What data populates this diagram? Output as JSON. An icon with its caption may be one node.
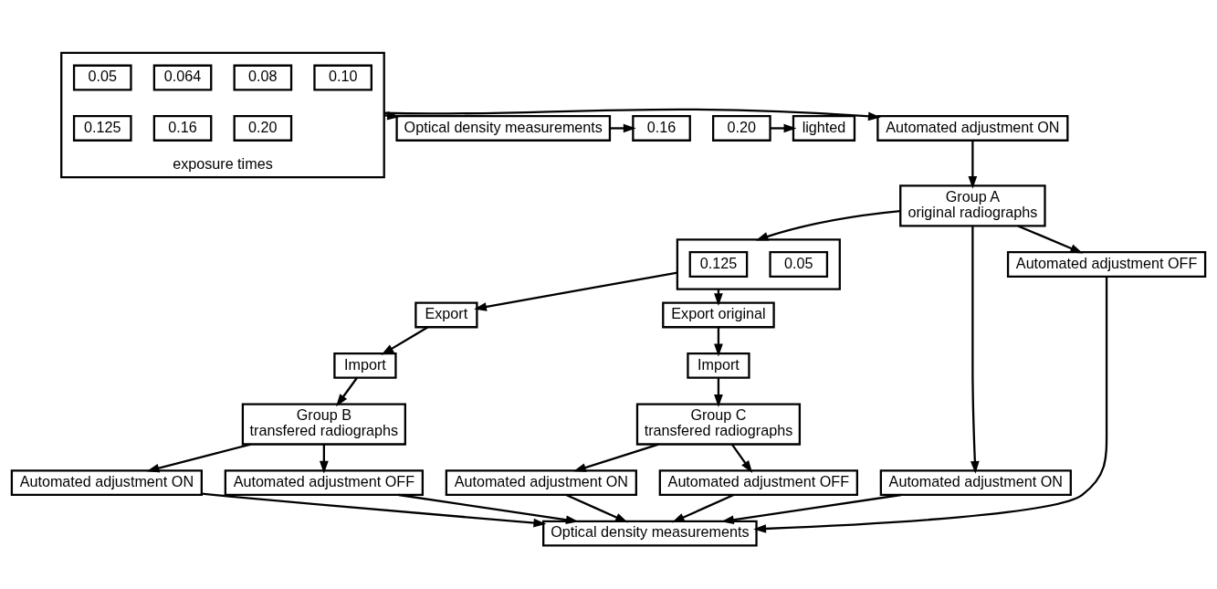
{
  "diagram": {
    "nodes": [
      {
        "text": [
          "exposure times"
        ]
      },
      {
        "text": [
          "0.05"
        ],
        "in": 0
      },
      {
        "text": [
          "0.064"
        ],
        "in": 0
      },
      {
        "text": [
          "0.08"
        ],
        "in": 0
      },
      {
        "text": [
          "0.10"
        ],
        "in": 0
      },
      {
        "text": [
          "0.125"
        ],
        "in": 0
      },
      {
        "text": [
          "0.16"
        ],
        "in": 0
      },
      {
        "text": [
          "0.20"
        ],
        "in": 0
      },
      {
        "text": [
          "Optical density measurements"
        ]
      },
      {
        "text": [
          "0.16"
        ]
      },
      {
        "text": [
          "0.20"
        ]
      },
      {
        "text": [
          "lighted"
        ]
      },
      {
        "text": [],
        "shape": "box"
      },
      {
        "text": [
          "0.125"
        ],
        "in": 12
      },
      {
        "text": [
          "0.05"
        ],
        "in": 12
      },
      {
        "text": [
          "Automated adjustment ON"
        ]
      },
      {
        "text": [
          "Group A",
          "original radiographs"
        ]
      },
      {
        "text": [
          "Export"
        ]
      },
      {
        "text": [
          "Export original"
        ]
      },
      {
        "text": [
          "Import"
        ]
      },
      {
        "text": [
          "Import"
        ]
      },
      {
        "text": [
          "Group B",
          "transfered radiographs"
        ]
      },
      {
        "text": [
          "Group C",
          "transfered radiographs"
        ]
      },
      {
        "text": [
          "Automated adjustment ON"
        ]
      },
      {
        "text": [
          "Automated adjustment OFF"
        ]
      },
      {
        "text": [
          "Automated adjustment ON"
        ]
      },
      {
        "text": [
          "Automated adjustment OFF"
        ]
      },
      {
        "text": [
          "Automated adjustment ON"
        ]
      },
      {
        "text": [
          "Automated adjustment OFF"
        ]
      },
      {
        "text": [
          "Optical density measurements"
        ]
      }
    ],
    "edges": [
      {
        "from": 0,
        "to": 8,
        "arrow": "to"
      },
      {
        "from": 8,
        "to": 9,
        "arrow": "to"
      },
      {
        "from": 10,
        "to": 11,
        "arrow": "to"
      },
      {
        "from": 0,
        "to": 15,
        "arrow": "to"
      },
      {
        "from": 15,
        "to": 16,
        "arrow": "to"
      },
      {
        "from": 16,
        "to": 12,
        "arrow": "to"
      },
      {
        "from": 12,
        "to": 17,
        "arrow": "to"
      },
      {
        "from": 12,
        "to": 18,
        "arrow": "to"
      },
      {
        "from": 17,
        "to": 19,
        "arrow": "to"
      },
      {
        "from": 18,
        "to": 20,
        "arrow": "to"
      },
      {
        "from": 19,
        "to": 21,
        "arrow": "to"
      },
      {
        "from": 20,
        "to": 22,
        "arrow": "to"
      },
      {
        "from": 16,
        "to": 23,
        "arrow": "to"
      },
      {
        "from": 16,
        "to": 24,
        "arrow": "to"
      },
      {
        "from": 21,
        "to": 25,
        "arrow": "to"
      },
      {
        "from": 21,
        "to": 26,
        "arrow": "to"
      },
      {
        "from": 22,
        "to": 27,
        "arrow": "to"
      },
      {
        "from": 22,
        "to": 28,
        "arrow": "to"
      },
      {
        "from": 23,
        "to": 29,
        "arrow": "to"
      },
      {
        "from": 24,
        "to": 29,
        "arrow": "to"
      },
      {
        "from": 25,
        "to": 29,
        "arrow": "to"
      },
      {
        "from": 26,
        "to": 29,
        "arrow": "to"
      },
      {
        "from": 27,
        "to": 29,
        "arrow": "to"
      },
      {
        "from": 28,
        "to": 29,
        "arrow": "to"
      }
    ]
  }
}
